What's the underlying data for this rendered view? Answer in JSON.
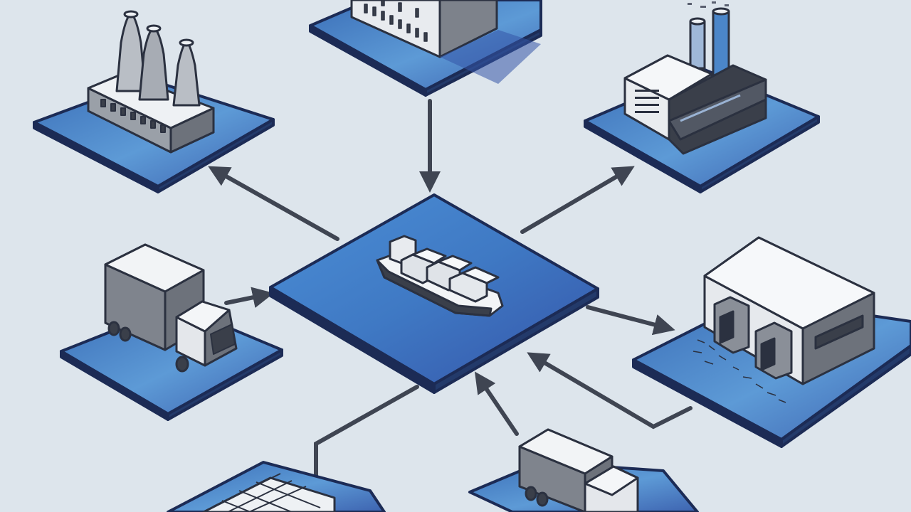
{
  "diagram": {
    "kind": "isometric supply-chain network",
    "hub": {
      "icon": "cargo-ship-icon"
    },
    "nodes": [
      {
        "id": "power-plant",
        "icon": "power-plant-icon"
      },
      {
        "id": "office-building",
        "icon": "office-building-icon"
      },
      {
        "id": "factory",
        "icon": "factory-icon"
      },
      {
        "id": "truck-left",
        "icon": "truck-icon"
      },
      {
        "id": "warehouse",
        "icon": "warehouse-icon"
      },
      {
        "id": "solar-panels",
        "icon": "solar-panel-icon"
      },
      {
        "id": "truck-bottom",
        "icon": "truck-icon"
      }
    ],
    "colors": {
      "background": "#dde5ec",
      "tile_blue": "#4a86c8",
      "tile_edge": "#1c2b55",
      "outline": "#2b3140",
      "building_gray": "#8a8f98",
      "roof_white": "#f4f6f8",
      "accent_blue": "#3a77c2",
      "arrow": "#3f4552"
    }
  }
}
